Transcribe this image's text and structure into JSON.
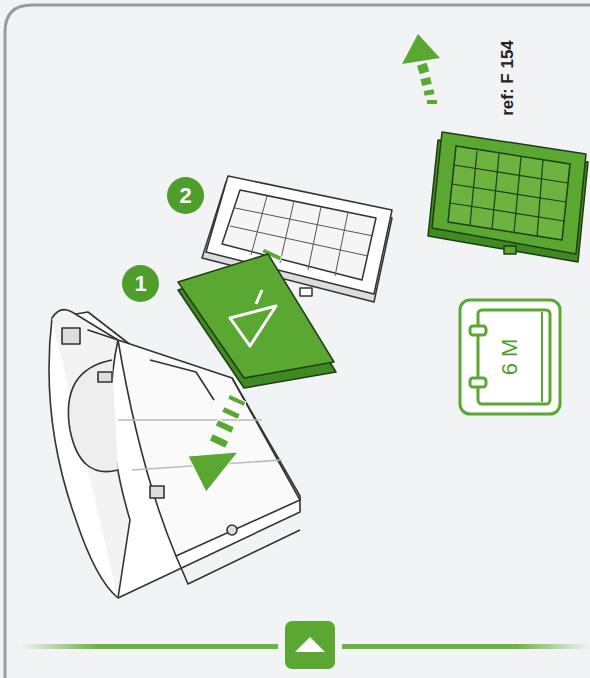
{
  "diagram": {
    "nodes": [
      {
        "text": [
          "2"
        ]
      },
      {
        "text": [
          "1"
        ]
      },
      {
        "text": [
          "6 M"
        ]
      }
    ],
    "labels": [
      "ref: F 154"
    ]
  }
}
